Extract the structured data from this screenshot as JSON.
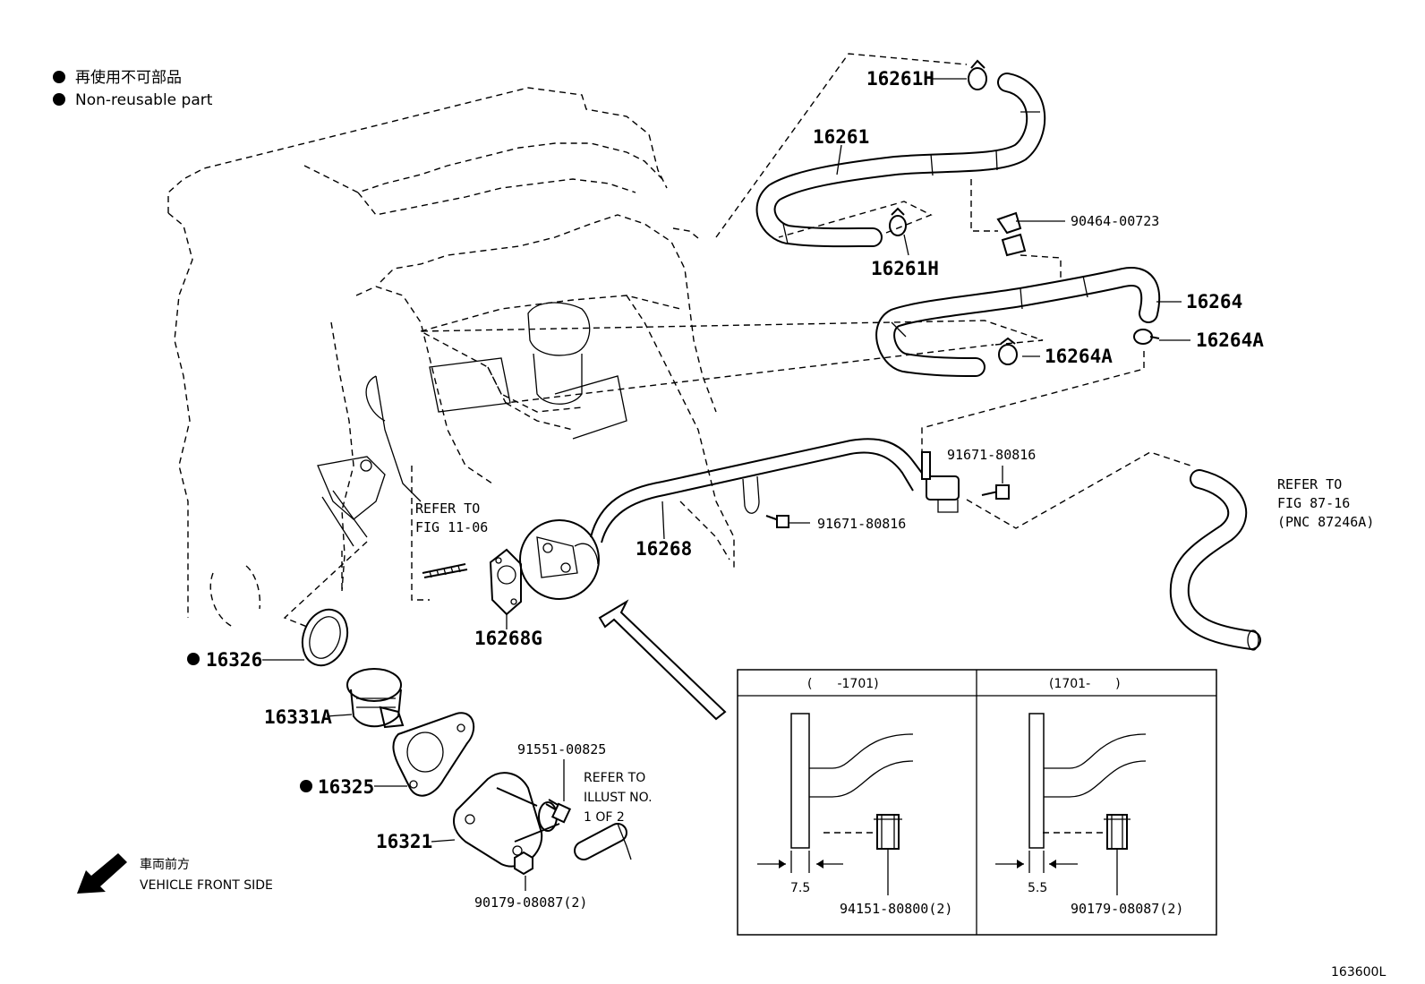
{
  "legend": {
    "items": [
      {
        "text_ja": "再使用不可部品",
        "text_en": "Non-reusable part"
      }
    ],
    "direction_ja": "車両前方",
    "direction_en": "VEHICLE FRONT SIDE"
  },
  "parts": {
    "p16261H_top": "16261H",
    "p16261": "16261",
    "p90464": "90464-00723",
    "p16261H_bottom": "16261H",
    "p16264": "16264",
    "p16264A_right": "16264A",
    "p16264A_left": "16264A",
    "p91671_a": "91671-80816",
    "p91671_b": "91671-80816",
    "p16268": "16268",
    "p16268G": "16268G",
    "p16326": "16326",
    "p16331A": "16331A",
    "p16325": "16325",
    "p16321": "16321",
    "p91551": "91551-00825",
    "p90179": "90179-08087(2)"
  },
  "references": {
    "ref_fig_11_06": [
      "REFER TO",
      "FIG 11-06"
    ],
    "ref_fig_87_16": [
      "REFER TO",
      "FIG 87-16",
      "(PNC 87246A)"
    ],
    "ref_illust": [
      "REFER TO",
      "ILLUST NO.",
      "1 OF 2"
    ]
  },
  "detail_box": {
    "left": {
      "header": "(　　-1701)",
      "dimension": "7.5",
      "part": "94151-80800(2)"
    },
    "right": {
      "header": "(1701-　　)",
      "dimension": "5.5",
      "part": "90179-08087(2)"
    }
  },
  "figure_code": "163600L"
}
